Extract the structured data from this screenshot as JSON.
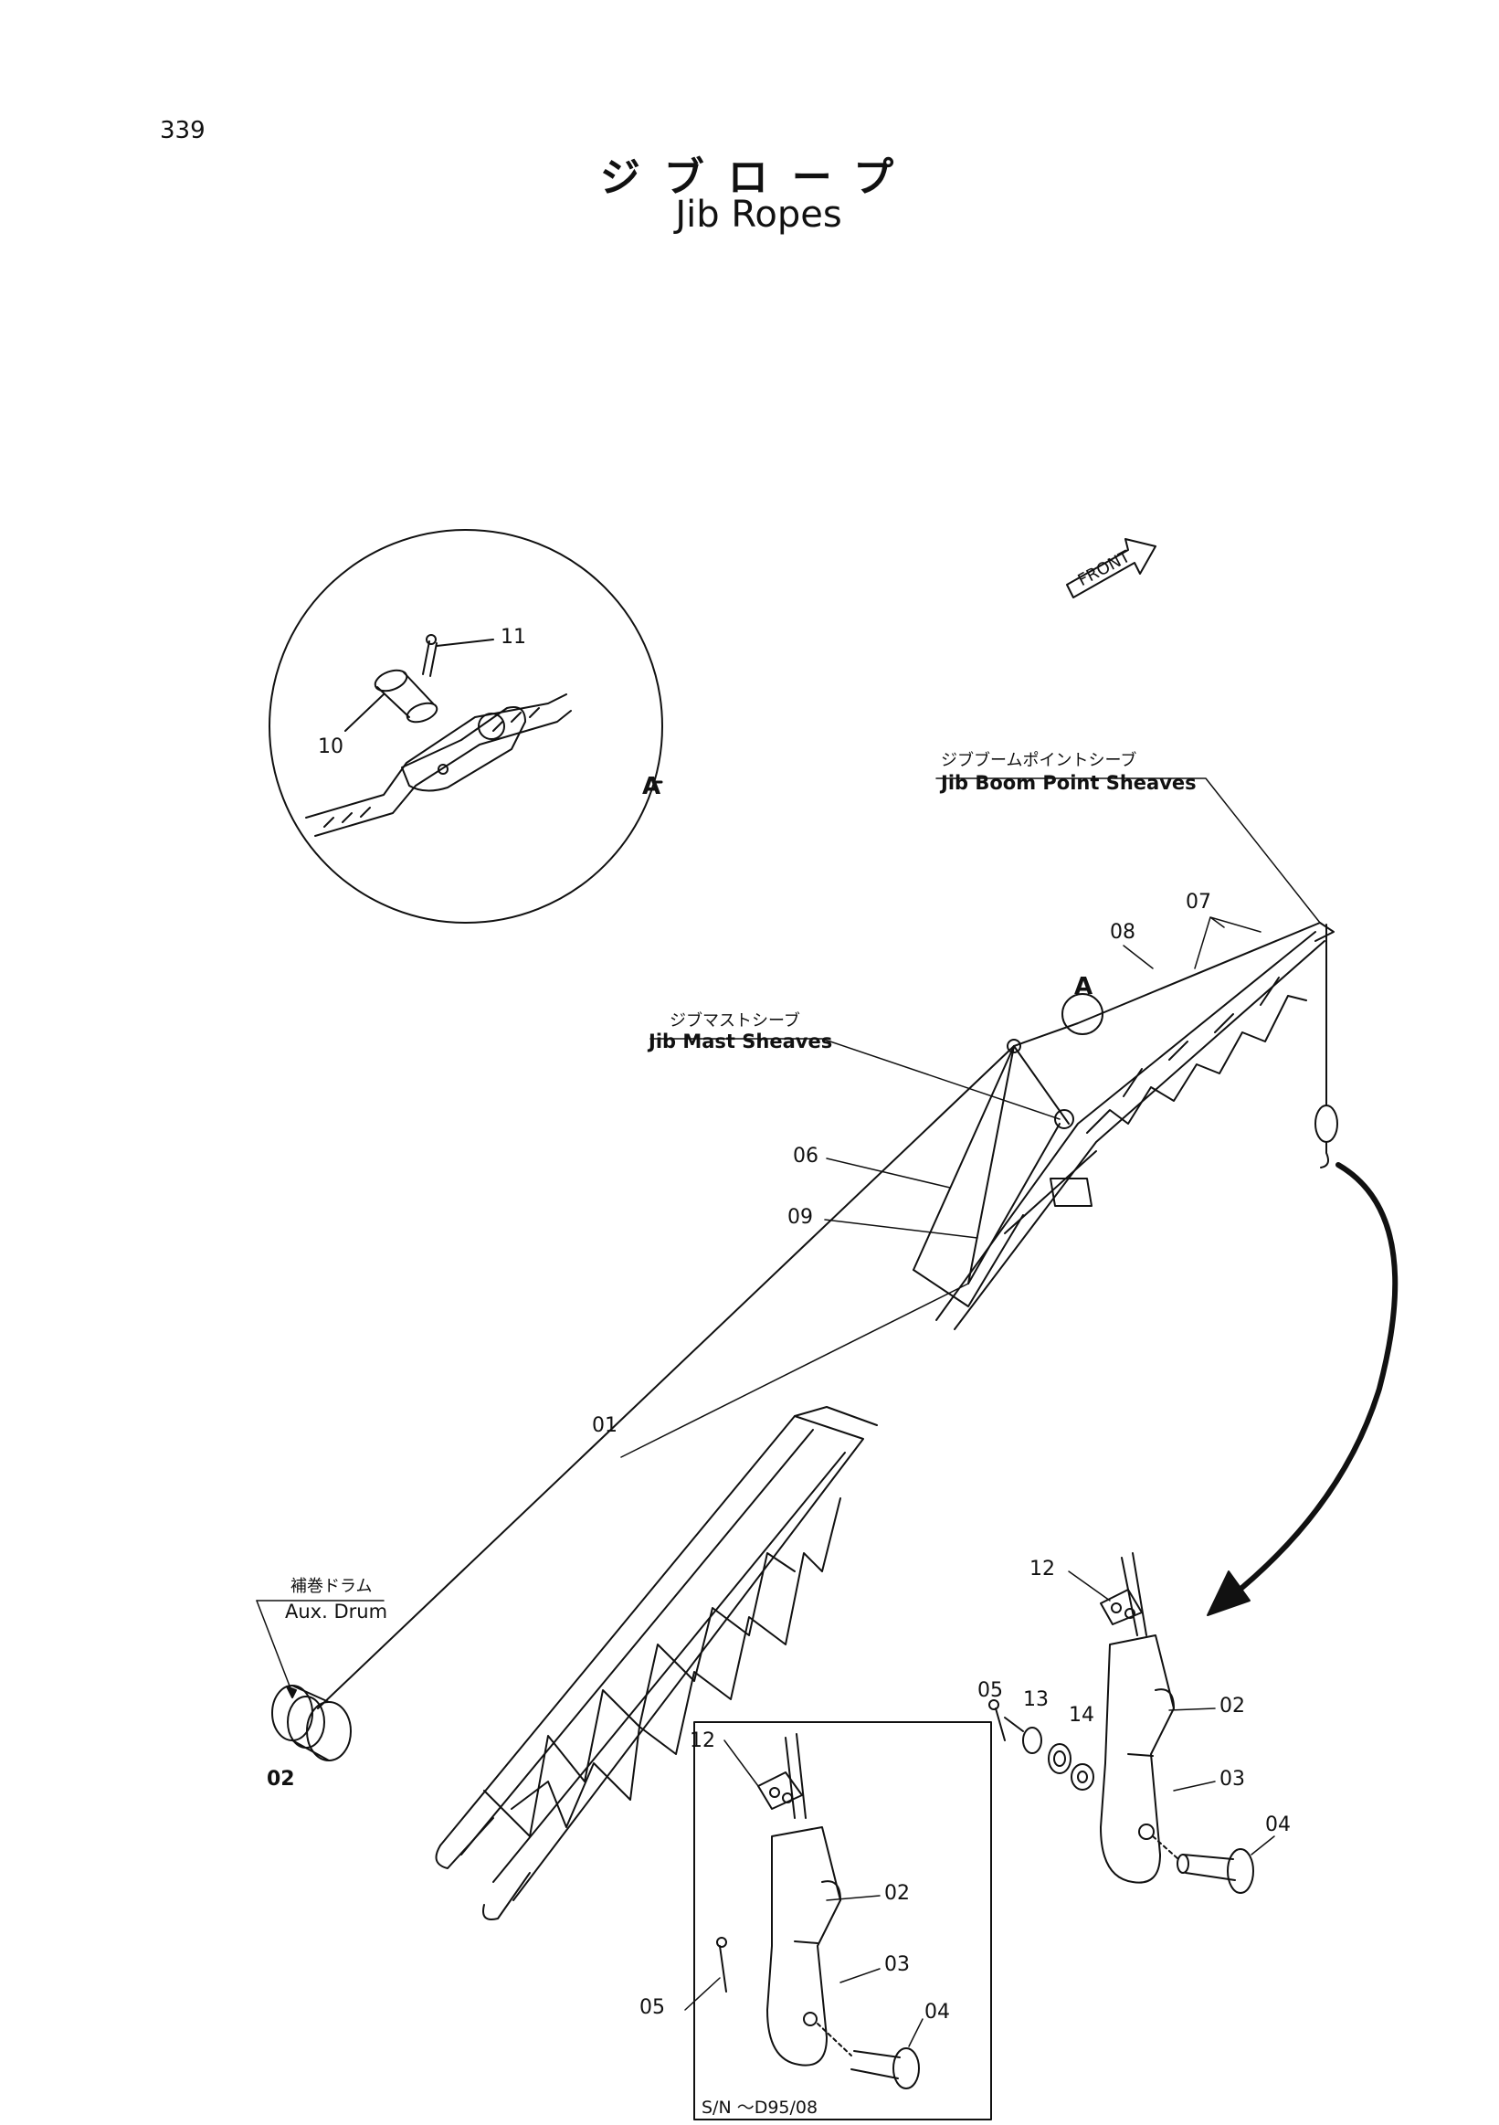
{
  "page": {
    "number": "339",
    "title_jp": "ジブロープ",
    "title_en": "Jib Ropes"
  },
  "front_marker": "FRONT",
  "detail_circle": {
    "label": "A",
    "callouts": [
      "10",
      "11"
    ]
  },
  "component_labels": {
    "jib_point_sheaves_jp": "ジブブームポイントシーブ",
    "jib_point_sheaves_en": "Jib Boom Point Sheaves",
    "jib_mast_sheaves_jp": "ジブマストシーブ",
    "jib_mast_sheaves_en": "Jib Mast Sheaves",
    "aux_drum_jp": "補巻ドラム",
    "aux_drum_en": "Aux. Drum",
    "boom_badge": "A"
  },
  "callouts": {
    "c01": "01",
    "c02": "02",
    "c06": "06",
    "c07": "07",
    "c08": "08",
    "c09": "09"
  },
  "socket_detail_right": {
    "c12": "12",
    "c02": "02",
    "c05": "05",
    "c13": "13",
    "c14": "14",
    "c03": "03",
    "c04": "04"
  },
  "socket_detail_inset": {
    "c12": "12",
    "c02": "02",
    "c05": "05",
    "c03": "03",
    "c04": "04",
    "serial_note": "S/N ～D95/08"
  },
  "colors": {
    "ink": "#111111",
    "paper": "#ffffff"
  }
}
